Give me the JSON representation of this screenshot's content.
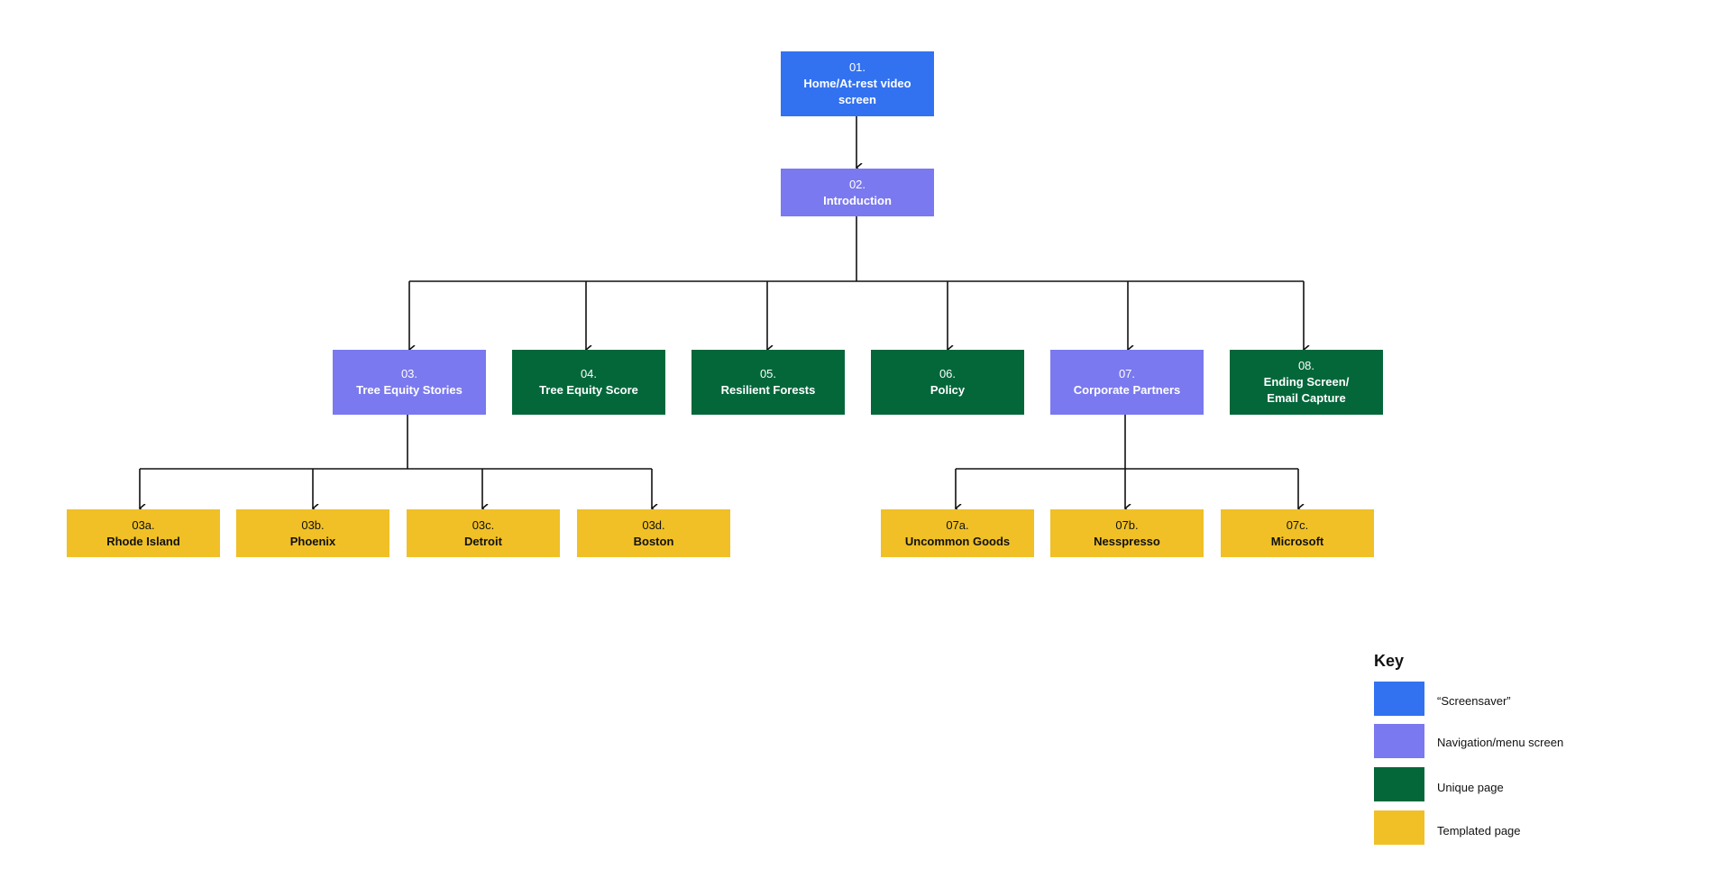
{
  "colors": {
    "screensaver": "#3272f1",
    "navigation": "#7a79ef",
    "unique": "#03673a",
    "templated": "#f0c026",
    "connector": "#111111"
  },
  "nodes": {
    "n01": {
      "num": "01.",
      "label": "Home/At-rest video screen",
      "type": "screensaver"
    },
    "n02": {
      "num": "02.",
      "label": "Introduction",
      "type": "navigation"
    },
    "n03": {
      "num": "03.",
      "label": "Tree Equity Stories",
      "type": "navigation"
    },
    "n04": {
      "num": "04.",
      "label": "Tree Equity Score",
      "type": "unique"
    },
    "n05": {
      "num": "05.",
      "label": "Resilient Forests",
      "type": "unique"
    },
    "n06": {
      "num": "06.",
      "label": "Policy",
      "type": "unique"
    },
    "n07": {
      "num": "07.",
      "label": "Corporate Partners",
      "type": "navigation"
    },
    "n08": {
      "num": "08.",
      "label": "Ending Screen/ Email Capture",
      "type": "unique"
    },
    "n03a": {
      "num": "03a.",
      "label": "Rhode Island",
      "type": "templated"
    },
    "n03b": {
      "num": "03b.",
      "label": "Phoenix",
      "type": "templated"
    },
    "n03c": {
      "num": "03c.",
      "label": "Detroit",
      "type": "templated"
    },
    "n03d": {
      "num": "03d.",
      "label": "Boston",
      "type": "templated"
    },
    "n07a": {
      "num": "07a.",
      "label": "Uncommon Goods",
      "type": "templated"
    },
    "n07b": {
      "num": "07b.",
      "label": "Nesspresso",
      "type": "templated"
    },
    "n07c": {
      "num": "07c.",
      "label": "Microsoft",
      "type": "templated"
    }
  },
  "edges": [
    [
      "n01",
      "n02"
    ],
    [
      "n02",
      "n03"
    ],
    [
      "n02",
      "n04"
    ],
    [
      "n02",
      "n05"
    ],
    [
      "n02",
      "n06"
    ],
    [
      "n02",
      "n07"
    ],
    [
      "n02",
      "n08"
    ],
    [
      "n03",
      "n03a"
    ],
    [
      "n03",
      "n03b"
    ],
    [
      "n03",
      "n03c"
    ],
    [
      "n03",
      "n03d"
    ],
    [
      "n07",
      "n07a"
    ],
    [
      "n07",
      "n07b"
    ],
    [
      "n07",
      "n07c"
    ]
  ],
  "key": {
    "title": "Key",
    "items": [
      {
        "label": "“Screensaver”",
        "type": "screensaver"
      },
      {
        "label": "Navigation/menu screen",
        "type": "navigation"
      },
      {
        "label": "Unique page",
        "type": "unique"
      },
      {
        "label": "Templated page",
        "type": "templated"
      }
    ]
  }
}
